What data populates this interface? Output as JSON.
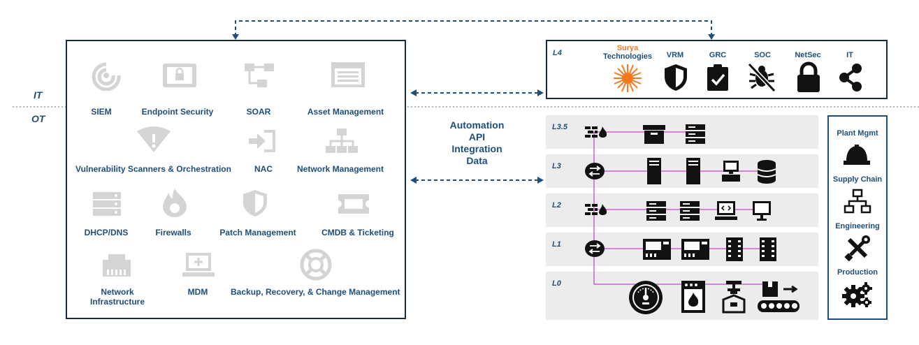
{
  "zones": {
    "it": "IT",
    "ot": "OT"
  },
  "center_text": [
    "Automation",
    "API",
    "Integration",
    "Data"
  ],
  "security_tools": [
    {
      "label": "SIEM",
      "icon": "radar-icon"
    },
    {
      "label": "Endpoint Security",
      "icon": "lock-screen-icon"
    },
    {
      "label": "SOAR",
      "icon": "flow-icon"
    },
    {
      "label": "Asset Management",
      "icon": "list-window-icon"
    },
    {
      "label": "Vulnerability Scanners & Orchestration",
      "icon": "wifi-warning-icon"
    },
    {
      "label": "NAC",
      "icon": "sign-in-icon"
    },
    {
      "label": "Network Management",
      "icon": "network-icon"
    },
    {
      "label": "DHCP/DNS",
      "icon": "server-icon"
    },
    {
      "label": "Firewalls",
      "icon": "flame-icon"
    },
    {
      "label": "Patch Management",
      "icon": "shield-icon"
    },
    {
      "label": "CMDB & Ticketing",
      "icon": "ticket-icon"
    },
    {
      "label": "Network Infrastructure",
      "label_line1": "Network",
      "label_line2": "Infrastructure",
      "icon": "ethernet-icon"
    },
    {
      "label": "MDM",
      "icon": "laptop-plus-icon"
    },
    {
      "label": "Backup, Recovery, & Change Management",
      "icon": "lifebuoy-icon"
    }
  ],
  "l4": {
    "level": "L4",
    "items": [
      {
        "label": "Surya Technologies",
        "line1": "Surya",
        "line2": "Technologies",
        "icon": "sun-icon"
      },
      {
        "label": "VRM",
        "icon": "shield-icon"
      },
      {
        "label": "GRC",
        "icon": "clipboard-check-icon"
      },
      {
        "label": "SOC",
        "icon": "bug-off-icon"
      },
      {
        "label": "NetSec",
        "icon": "padlock-icon"
      },
      {
        "label": "IT",
        "icon": "share-icon"
      }
    ]
  },
  "levels": [
    {
      "label": "L3.5",
      "icons": [
        "firewall-icon",
        "archive-box-icon",
        "server-icon"
      ]
    },
    {
      "label": "L3",
      "icons": [
        "router-icon",
        "tower-server-icon",
        "tower-server-icon",
        "workstation-icon",
        "database-icon"
      ]
    },
    {
      "label": "L2",
      "icons": [
        "firewall-icon",
        "server-icon",
        "server-icon",
        "laptop-code-icon",
        "monitor-icon"
      ]
    },
    {
      "label": "L1",
      "icons": [
        "router-icon",
        "plc-icon",
        "plc-icon",
        "io-module-icon",
        "io-module-icon"
      ]
    },
    {
      "label": "L0",
      "icons": [
        "gauge-icon",
        "furnace-icon",
        "robot-arm-icon",
        "conveyor-icon"
      ]
    }
  ],
  "functions": [
    {
      "label": "Plant Mgmt",
      "icon": "hard-hat-icon"
    },
    {
      "label": "Supply Chain",
      "icon": "hierarchy-icon"
    },
    {
      "label": "Engineering",
      "icon": "tools-icon"
    },
    {
      "label": "Production",
      "icon": "gears-icon"
    }
  ],
  "colors": {
    "label": "#1f4e79",
    "icon_gray": "#d4d4d4",
    "link": "#cc44cc",
    "sun": "#f47a20",
    "arrow": "#1f4e79"
  }
}
